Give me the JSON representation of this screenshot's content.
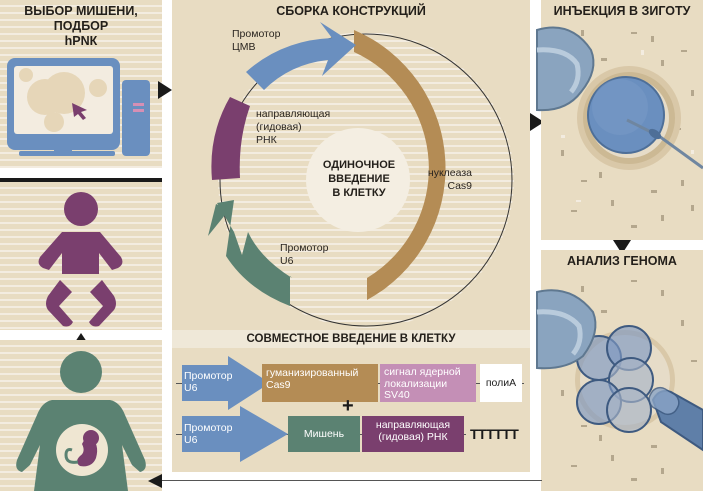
{
  "colors": {
    "panel_bg": "#e8dcc2",
    "blue": "#6a8fbf",
    "brown": "#b48c55",
    "purple": "#7a3f6e",
    "green": "#5b8272",
    "pink": "#c48fb6",
    "arrow": "#1a1a1a"
  },
  "panels": {
    "target_selection": {
      "title_line1": "ВЫБОР МИШЕНИ,",
      "title_line2": "ПОДБОР",
      "title_line3": "hРNК",
      "icon": "computer-icon"
    },
    "construct_assembly": {
      "title": "СБОРКА КОНСТРУКЦИЙ",
      "center_label_line1": "ОДИНОЧНОЕ",
      "center_label_line2": "ВВЕДЕНИЕ",
      "center_label_line3": "В КЛЕТКУ",
      "segments": [
        {
          "id": "cmv",
          "label_line1": "Промотор",
          "label_line2": "ЦМВ",
          "color": "#6a8fbf"
        },
        {
          "id": "grna",
          "label_line1": "направляющая",
          "label_line2": "(гидовая)",
          "label_line3": "РНК",
          "color": "#7a3f6e"
        },
        {
          "id": "cas9",
          "label_line1": "нуклеаза",
          "label_line2": "Cas9",
          "color": "#b48c55"
        },
        {
          "id": "u6",
          "label_line1": "Промотор",
          "label_line2": "U6",
          "color": "#5b8272"
        }
      ]
    },
    "co_introduction": {
      "title": "СОВМЕСТНОЕ ВВЕДЕНИЕ В КЛЕТКУ",
      "row1": {
        "promoter_line1": "Промотор",
        "promoter_line2": "U6",
        "cas9_line1": "гуманизированный",
        "cas9_line2": "Cas9",
        "nls_line1": "сигнал ядерной",
        "nls_line2": "локализации",
        "nls_line3": "SV40",
        "polya": "полиА"
      },
      "plus": "+",
      "row2": {
        "promoter_line1": "Промотор",
        "promoter_line2": "U6",
        "target": "Мишень",
        "grna_line1": "направляющая",
        "grna_line2": "(гидовая) РНК",
        "terminator": "TTTTTT"
      }
    },
    "zygote_injection": {
      "title": "ИНЪЕКЦИЯ В ЗИГОТУ",
      "icon": "zygote-injection-icon"
    },
    "genome_analysis": {
      "title": "АНАЛИЗ ГЕНОМА",
      "icon": "embryo-biopsy-icon"
    },
    "baby": {
      "icon": "baby-icon"
    },
    "pregnant": {
      "icon": "pregnant-woman-icon"
    }
  }
}
